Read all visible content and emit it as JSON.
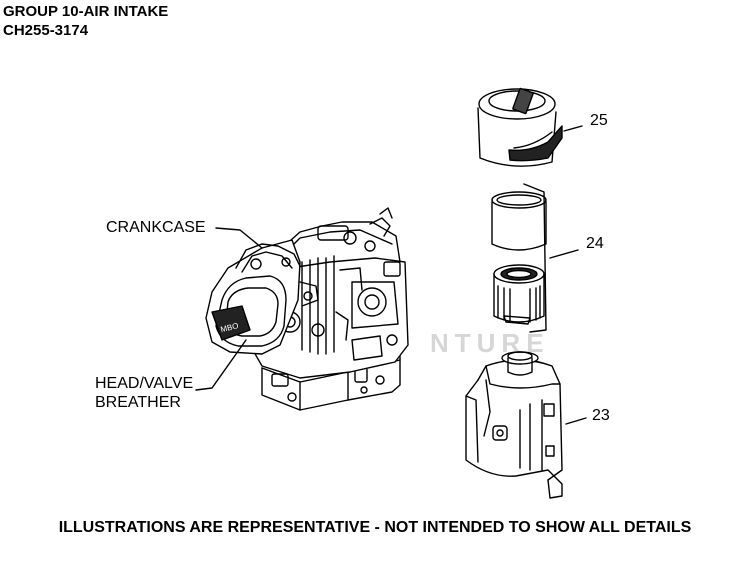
{
  "header": {
    "title": "GROUP 10-AIR INTAKE",
    "model": "CH255-3174"
  },
  "callouts": {
    "crankcase": "CRANKCASE",
    "breather_line1": "HEAD/VALVE",
    "breather_line2": "BREATHER",
    "part_25": "25",
    "part_24": "24",
    "part_23": "23"
  },
  "watermark": "NTURE",
  "footer": "ILLUSTRATIONS ARE REPRESENTATIVE - NOT INTENDED TO SHOW ALL DETAILS"
}
